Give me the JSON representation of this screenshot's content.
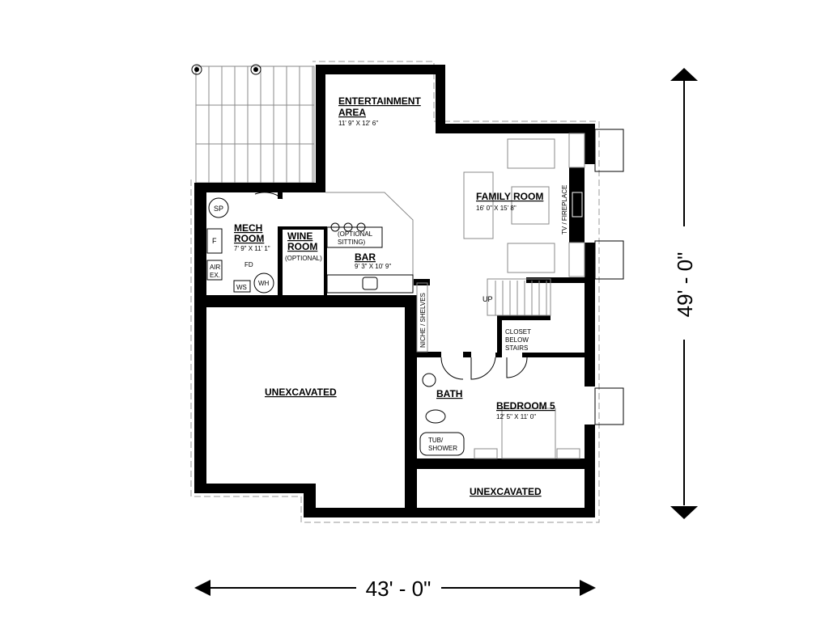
{
  "rooms": {
    "entertainment": {
      "name_1": "ENTERTAINMENT",
      "name_2": "AREA",
      "size": "11' 9\" X 12' 6\""
    },
    "family": {
      "name": "FAMILY ROOM",
      "size": "16' 0\" X 15' 8\""
    },
    "mech": {
      "name_1": "MECH",
      "name_2": "ROOM",
      "size": "7' 9\" X 11' 1\""
    },
    "wine": {
      "name_1": "WINE",
      "name_2": "ROOM",
      "note": "(OPTIONAL)"
    },
    "bar": {
      "name": "BAR",
      "size": "9' 3\" X 10' 9\"",
      "note_1": "(OPTIONAL",
      "note_2": "SITTING)"
    },
    "bath": {
      "name": "BATH",
      "tub_1": "TUB/",
      "tub_2": "SHOWER"
    },
    "bedroom": {
      "name": "BEDROOM 5",
      "size": "12' 5\" X 11' 0\""
    },
    "unexcavated_main": {
      "name": "UNEXCAVATED"
    },
    "unexcavated_small": {
      "name": "UNEXCAVATED"
    },
    "closet": {
      "line_1": "CLOSET",
      "line_2": "BELOW",
      "line_3": "STAIRS"
    }
  },
  "fixtures": {
    "sp": "SP",
    "f": "F",
    "fd": "FD",
    "air_1": "AIR",
    "air_2": "EX.",
    "ws": "WS",
    "wh": "WH",
    "tv": "TV / FIREPLACE",
    "niche": "NICHE / SHELVES",
    "up": "UP"
  },
  "dimensions": {
    "width": "43' - 0\"",
    "depth": "49' - 0\""
  }
}
